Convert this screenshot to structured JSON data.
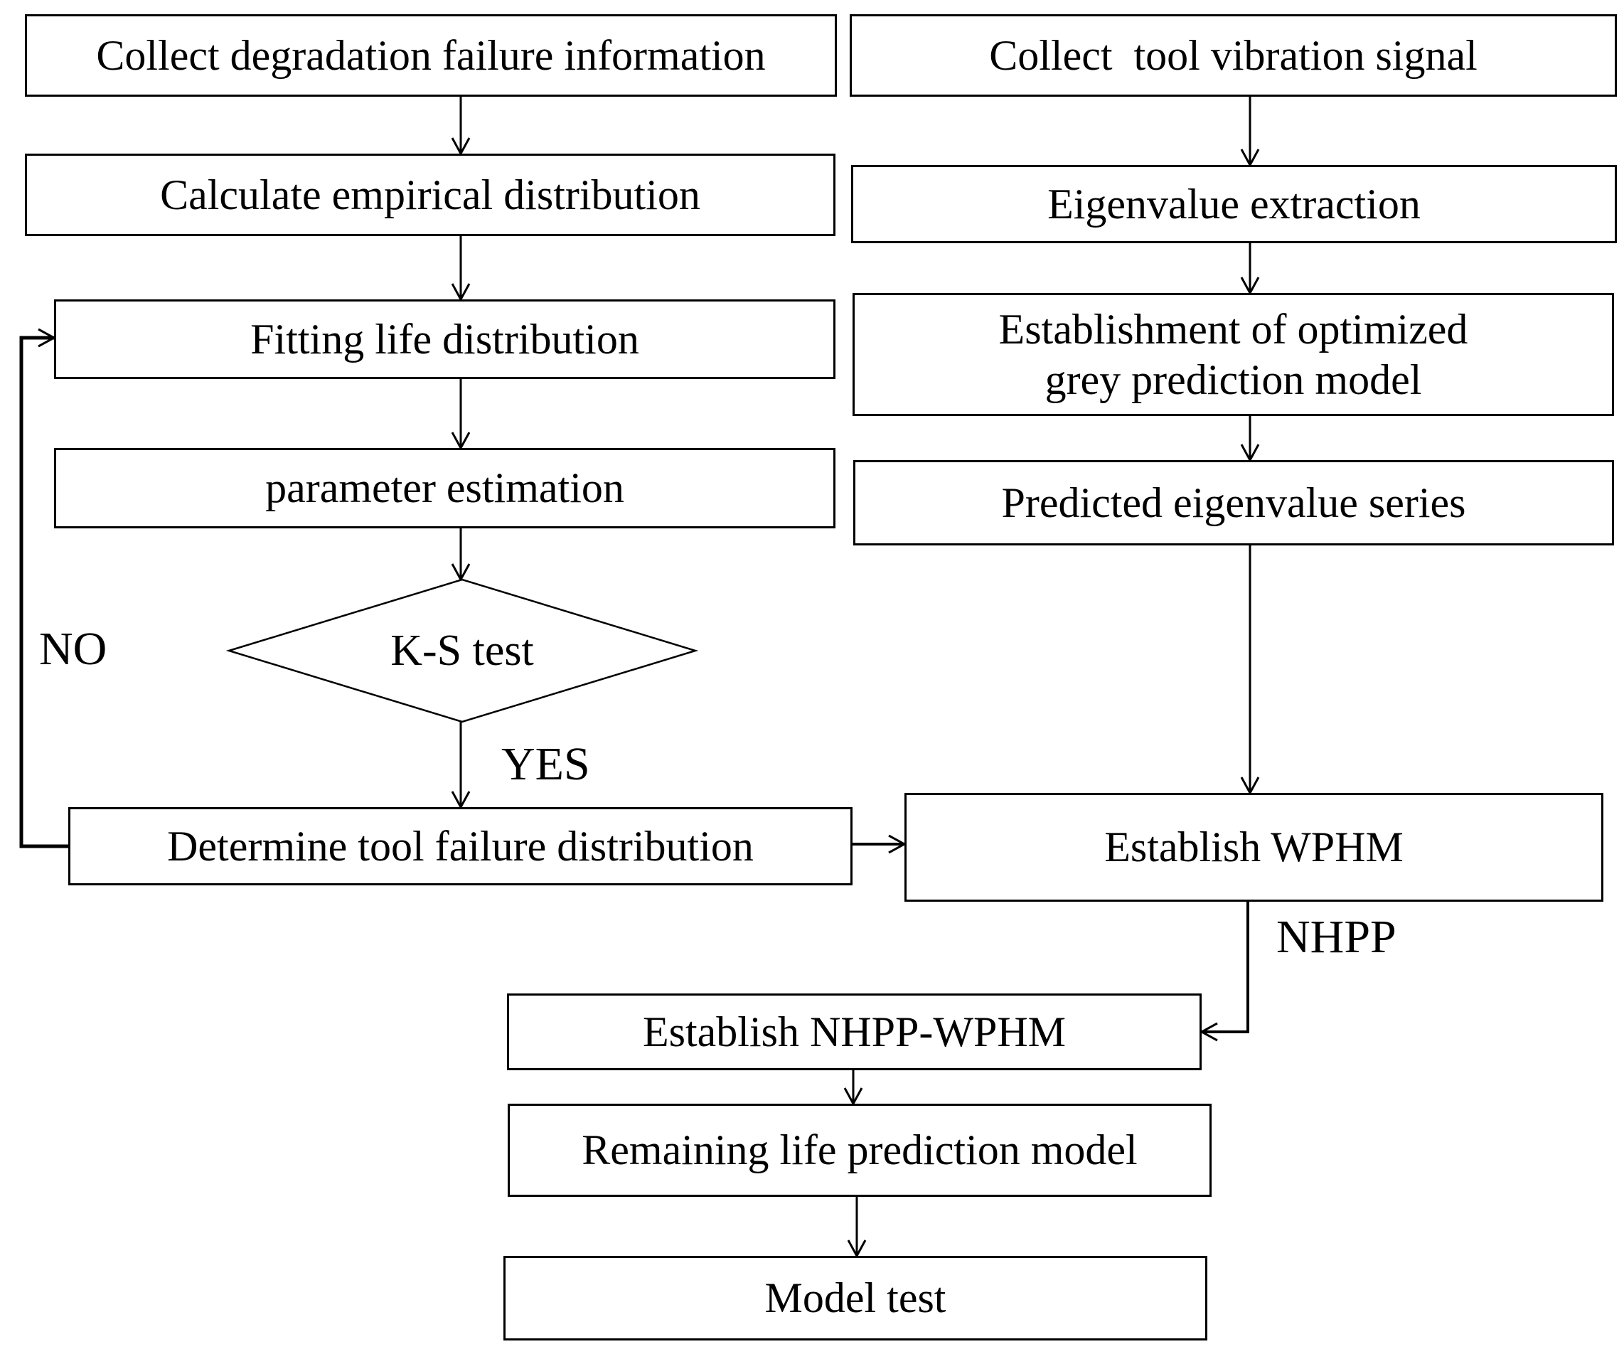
{
  "colors": {
    "background": "#ffffff",
    "stroke": "#000000",
    "text": "#000000"
  },
  "flowchart": {
    "boxes": {
      "collect_degradation": {
        "label": "Collect degradation failure information"
      },
      "calculate_empirical": {
        "label": "Calculate empirical distribution"
      },
      "fitting_life": {
        "label": "Fitting life distribution"
      },
      "parameter_estimation": {
        "label": "parameter estimation"
      },
      "determine_failure": {
        "label": "Determine tool failure distribution"
      },
      "collect_vibration": {
        "label": "Collect  tool vibration signal"
      },
      "eigenvalue_extraction": {
        "label": "Eigenvalue extraction"
      },
      "grey_model": {
        "label": "Establishment of optimized\ngrey prediction model"
      },
      "predicted_series": {
        "label": "Predicted eigenvalue series"
      },
      "establish_wphm": {
        "label": "Establish WPHM"
      },
      "establish_nhpp_wphm": {
        "label": "Establish NHPP-WPHM"
      },
      "remaining_life": {
        "label": "Remaining life prediction model"
      },
      "model_test": {
        "label": "Model test"
      }
    },
    "decision": {
      "label": "K-S test"
    },
    "edge_labels": {
      "no": "NO",
      "yes": "YES",
      "nhpp": "NHPP"
    }
  }
}
